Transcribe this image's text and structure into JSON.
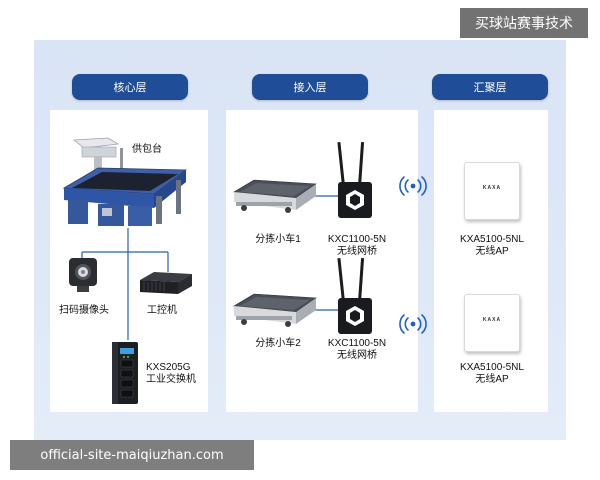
{
  "header": {
    "corner_text": "买球站赛事技术"
  },
  "watermark": {
    "text": "official-site-maiqiuzhan.com"
  },
  "layers": {
    "core": "核心层",
    "access": "接入层",
    "aggregation": "汇聚层"
  },
  "core": {
    "feeder": "供包台",
    "scanner": "扫码摄像头",
    "ipc": "工控机",
    "switch_model": "KXS205G",
    "switch_desc": "工业交换机"
  },
  "access": {
    "cart1": "分拣小车1",
    "cart2": "分拣小车2",
    "bridge1_model": "KXC1100-5N",
    "bridge1_desc": "无线网桥",
    "bridge2_model": "KXC1100-5N",
    "bridge2_desc": "无线网桥"
  },
  "aggregation": {
    "ap1_model": "KXA5100-5NL",
    "ap1_desc": "无线AP",
    "ap2_model": "KXA5100-5NL",
    "ap2_desc": "无线AP",
    "ap_logo": "KAXA"
  },
  "colors": {
    "pill": "#1f4d97",
    "connector": "#2b5fb0",
    "wireless": "#1f5fc9",
    "background": "#dfe8f7"
  }
}
